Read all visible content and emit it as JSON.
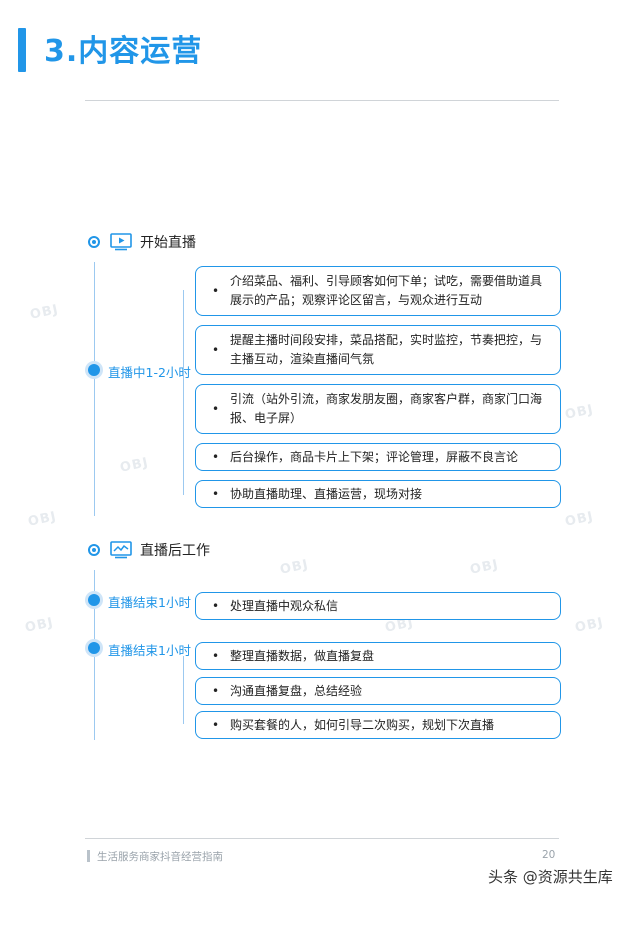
{
  "page": {
    "title": "3.内容运营",
    "accent_color": "#2196e8",
    "footer_text": "生活服务商家抖音经营指南",
    "page_number": "20",
    "credit": "头条 @资源共生库",
    "watermark": "OBJ"
  },
  "section1": {
    "title": "开始直播",
    "icon": "play-screen-icon",
    "node_label": "直播中1-2小时",
    "cards": [
      {
        "bullet": "•",
        "text": "介绍菜品、福利、引导顾客如何下单；试吃，需要借助道具展示的产品；观察评论区留言，与观众进行互动"
      },
      {
        "bullet": "•",
        "text": "提醒主播时间段安排，菜品搭配，实时监控，节奏把控，与主播互动，渲染直播间气氛"
      },
      {
        "bullet": "•",
        "text": "引流（站外引流，商家发朋友圈，商家客户群，商家门口海报、电子屏）"
      },
      {
        "bullet": "•",
        "text": "后台操作，商品卡片上下架；评论管理，屏蔽不良言论"
      },
      {
        "bullet": "•",
        "text": "协助直播助理、直播运营，现场对接"
      }
    ]
  },
  "section2": {
    "title": "直播后工作",
    "icon": "monitor-chart-icon",
    "groups": [
      {
        "node_label": "直播结束1小时",
        "cards": [
          {
            "bullet": "•",
            "text": "处理直播中观众私信"
          }
        ]
      },
      {
        "node_label": "直播结束1小时",
        "cards": [
          {
            "bullet": "•",
            "text": "整理直播数据，做直播复盘"
          },
          {
            "bullet": "•",
            "text": "沟通直播复盘，总结经验"
          },
          {
            "bullet": "•",
            "text": "购买套餐的人，如何引导二次购买，规划下次直播"
          }
        ]
      }
    ]
  }
}
